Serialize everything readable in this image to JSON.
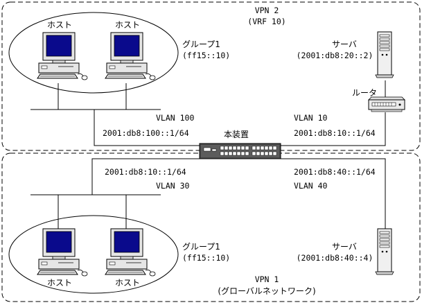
{
  "vpn2": {
    "title": "VPN 2",
    "subtitle": "(VRF 10)"
  },
  "vpn1": {
    "title": "VPN 1",
    "subtitle": "(グローバルネットワーク)"
  },
  "device": {
    "label": "本装置"
  },
  "vpn2_group": {
    "host_labels": [
      "ホスト",
      "ホスト"
    ],
    "group_name": "グループ1",
    "group_addr": "(ff15::10)",
    "vlan_name": "VLAN 100",
    "vlan_addr": "2001:db8:100::1/64"
  },
  "vpn2_server": {
    "label": "サーバ",
    "addr": "(2001:db8:20::2)",
    "router_label": "ルータ",
    "vlan_name": "VLAN 10",
    "vlan_addr": "2001:db8:10::1/64"
  },
  "vpn1_group": {
    "host_labels": [
      "ホスト",
      "ホスト"
    ],
    "group_name": "グループ1",
    "group_addr": "(ff15::10)",
    "vlan_name": "VLAN 30",
    "vlan_addr": "2001:db8:10::1/64"
  },
  "vpn1_server": {
    "label": "サーバ",
    "addr": "(2001:db8:40::4)",
    "vlan_name": "VLAN 40",
    "vlan_addr": "2001:db8:40::1/64"
  }
}
